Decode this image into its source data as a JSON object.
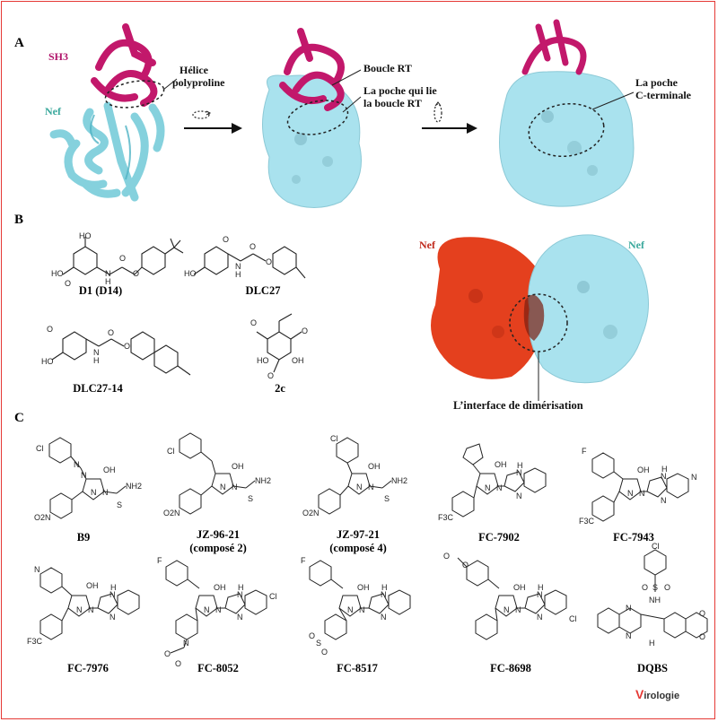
{
  "section_labels": {
    "a": "A",
    "b": "B",
    "c": "C"
  },
  "panel_a": {
    "sh3": "SH3",
    "nef": "Nef",
    "helice": [
      "Hélice",
      "polyproline"
    ],
    "boucle_rt": "Boucle RT",
    "poche_rt": [
      "La poche qui lie",
      "la boucle RT"
    ],
    "poche_c": [
      "La poche",
      "C-terminale"
    ]
  },
  "panel_b": {
    "compounds": [
      {
        "name": "D1 (D14)",
        "atoms": [
          "HO",
          "HO",
          "O",
          "N",
          "H",
          "O",
          "O"
        ]
      },
      {
        "name": "DLC27",
        "atoms": [
          "O",
          "HO",
          "N",
          "H",
          "O",
          "O"
        ]
      },
      {
        "name": "DLC27-14",
        "atoms": [
          "O",
          "HO",
          "N",
          "H",
          "O",
          "O"
        ]
      },
      {
        "name": "2c",
        "atoms": [
          "O",
          "HO",
          "OH",
          "O",
          "O"
        ]
      }
    ],
    "nef_left": "Nef",
    "nef_right": "Nef",
    "dimer_label": "L’interface de dimérisation"
  },
  "panel_c": {
    "row1": [
      {
        "name": "B9",
        "sub": "",
        "atoms": [
          "Cl",
          "N",
          "N",
          "OH",
          "NH2",
          "O2N",
          "N",
          "N",
          "S"
        ]
      },
      {
        "name": "JZ-96-21",
        "sub": "(composé 2)",
        "atoms": [
          "Cl",
          "OH",
          "NH2",
          "O2N",
          "N",
          "N",
          "S"
        ]
      },
      {
        "name": "JZ-97-21",
        "sub": "(composé 4)",
        "atoms": [
          "Cl",
          "OH",
          "NH2",
          "O2N",
          "N",
          "N",
          "S"
        ]
      },
      {
        "name": "FC-7902",
        "sub": "",
        "atoms": [
          "OH",
          "H",
          "N",
          "F3C",
          "N",
          "N",
          "N"
        ]
      },
      {
        "name": "FC-7943",
        "sub": "",
        "atoms": [
          "F",
          "OH",
          "H",
          "N",
          "N",
          "F3C",
          "N",
          "N",
          "N"
        ]
      }
    ],
    "row2": [
      {
        "name": "FC-7976",
        "sub": "",
        "atoms": [
          "N",
          "OH",
          "H",
          "N",
          "F3C",
          "N",
          "N",
          "N"
        ]
      },
      {
        "name": "FC-8052",
        "sub": "",
        "atoms": [
          "F",
          "OH",
          "H",
          "N",
          "Cl",
          "O",
          "O",
          "N",
          "N",
          "N",
          "N"
        ]
      },
      {
        "name": "FC-8517",
        "sub": "",
        "atoms": [
          "F",
          "OH",
          "H",
          "N",
          "S",
          "O",
          "O",
          "N",
          "N",
          "N"
        ]
      },
      {
        "name": "FC-8698",
        "sub": "",
        "atoms": [
          "O",
          "O",
          "OH",
          "H",
          "N",
          "Cl",
          "N",
          "N",
          "N"
        ]
      },
      {
        "name": "DQBS",
        "sub": "",
        "atoms": [
          "Cl",
          "O",
          "S",
          "O",
          "NH",
          "N",
          "N",
          "H",
          "O",
          "O"
        ]
      }
    ]
  },
  "logo": "Virologie",
  "colors": {
    "frame": "#e53935",
    "sh3": "#c2186b",
    "nef_cartoon": "#7fd3e0",
    "nef_surface": "#a9e2ee",
    "nef_red": "#e4401e"
  }
}
